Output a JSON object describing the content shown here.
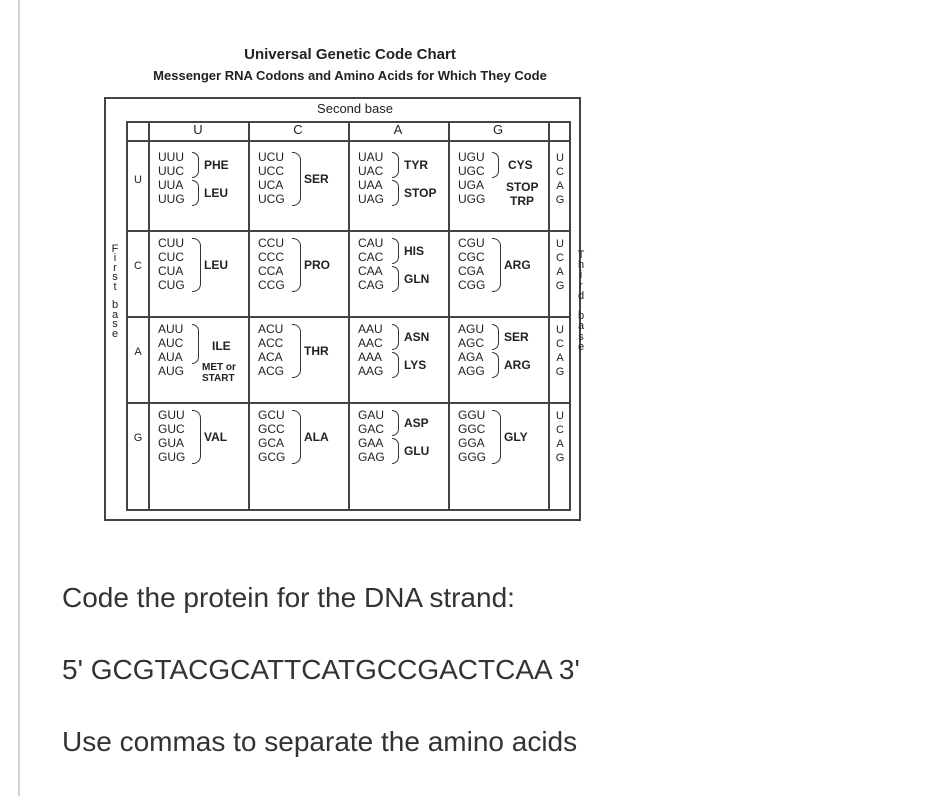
{
  "chart_title": "Universal Genetic Code Chart",
  "chart_subtitle": "Messenger RNA Codons and Amino Acids for Which They Code",
  "second_base_label": "Second base",
  "second_bases": [
    "U",
    "C",
    "A",
    "G"
  ],
  "first_base_label_letters": [
    "F",
    "i",
    "r",
    "s",
    "t",
    "",
    "b",
    "a",
    "s",
    "e"
  ],
  "third_base_label_letters": [
    "T",
    "h",
    "i",
    "r",
    "d",
    "",
    "b",
    "a",
    "s",
    "e"
  ],
  "rows": [
    {
      "first": "U",
      "cols": [
        {
          "codons": [
            "UUU",
            "UUC",
            "UUA",
            "UUG"
          ],
          "aa": [
            "PHE",
            "LEU"
          ]
        },
        {
          "codons": [
            "UCU",
            "UCC",
            "UCA",
            "UCG"
          ],
          "aa": [
            "SER"
          ]
        },
        {
          "codons": [
            "UAU",
            "UAC",
            "UAA",
            "UAG"
          ],
          "aa": [
            "TYR",
            "STOP"
          ]
        },
        {
          "codons": [
            "UGU",
            "UGC",
            "UGA",
            "UGG"
          ],
          "aa": [
            "CYS",
            "STOP",
            "TRP"
          ]
        }
      ],
      "third": [
        "U",
        "C",
        "A",
        "G"
      ]
    },
    {
      "first": "C",
      "cols": [
        {
          "codons": [
            "CUU",
            "CUC",
            "CUA",
            "CUG"
          ],
          "aa": [
            "LEU"
          ]
        },
        {
          "codons": [
            "CCU",
            "CCC",
            "CCA",
            "CCG"
          ],
          "aa": [
            "PRO"
          ]
        },
        {
          "codons": [
            "CAU",
            "CAC",
            "CAA",
            "CAG"
          ],
          "aa": [
            "HIS",
            "GLN"
          ]
        },
        {
          "codons": [
            "CGU",
            "CGC",
            "CGA",
            "CGG"
          ],
          "aa": [
            "ARG"
          ]
        }
      ],
      "third": [
        "U",
        "C",
        "A",
        "G"
      ]
    },
    {
      "first": "A",
      "cols": [
        {
          "codons": [
            "AUU",
            "AUC",
            "AUA",
            "AUG"
          ],
          "aa": [
            "ILE",
            "MET or",
            "START"
          ]
        },
        {
          "codons": [
            "ACU",
            "ACC",
            "ACA",
            "ACG"
          ],
          "aa": [
            "THR"
          ]
        },
        {
          "codons": [
            "AAU",
            "AAC",
            "AAA",
            "AAG"
          ],
          "aa": [
            "ASN",
            "LYS"
          ]
        },
        {
          "codons": [
            "AGU",
            "AGC",
            "AGA",
            "AGG"
          ],
          "aa": [
            "SER",
            "ARG"
          ]
        }
      ],
      "third": [
        "U",
        "C",
        "A",
        "G"
      ]
    },
    {
      "first": "G",
      "cols": [
        {
          "codons": [
            "GUU",
            "GUC",
            "GUA",
            "GUG"
          ],
          "aa": [
            "VAL"
          ]
        },
        {
          "codons": [
            "GCU",
            "GCC",
            "GCA",
            "GCG"
          ],
          "aa": [
            "ALA"
          ]
        },
        {
          "codons": [
            "GAU",
            "GAC",
            "GAA",
            "GAG"
          ],
          "aa": [
            "ASP",
            "GLU"
          ]
        },
        {
          "codons": [
            "GGU",
            "GGC",
            "GGA",
            "GGG"
          ],
          "aa": [
            "GLY"
          ]
        }
      ],
      "third": [
        "U",
        "C",
        "A",
        "G"
      ]
    }
  ],
  "question": {
    "line1": "Code the protein for the DNA strand:",
    "line2": "5'  GCGTACGCATTCATGCCGACTCAA 3'",
    "line3": "Use commas to separate the amino acids"
  }
}
